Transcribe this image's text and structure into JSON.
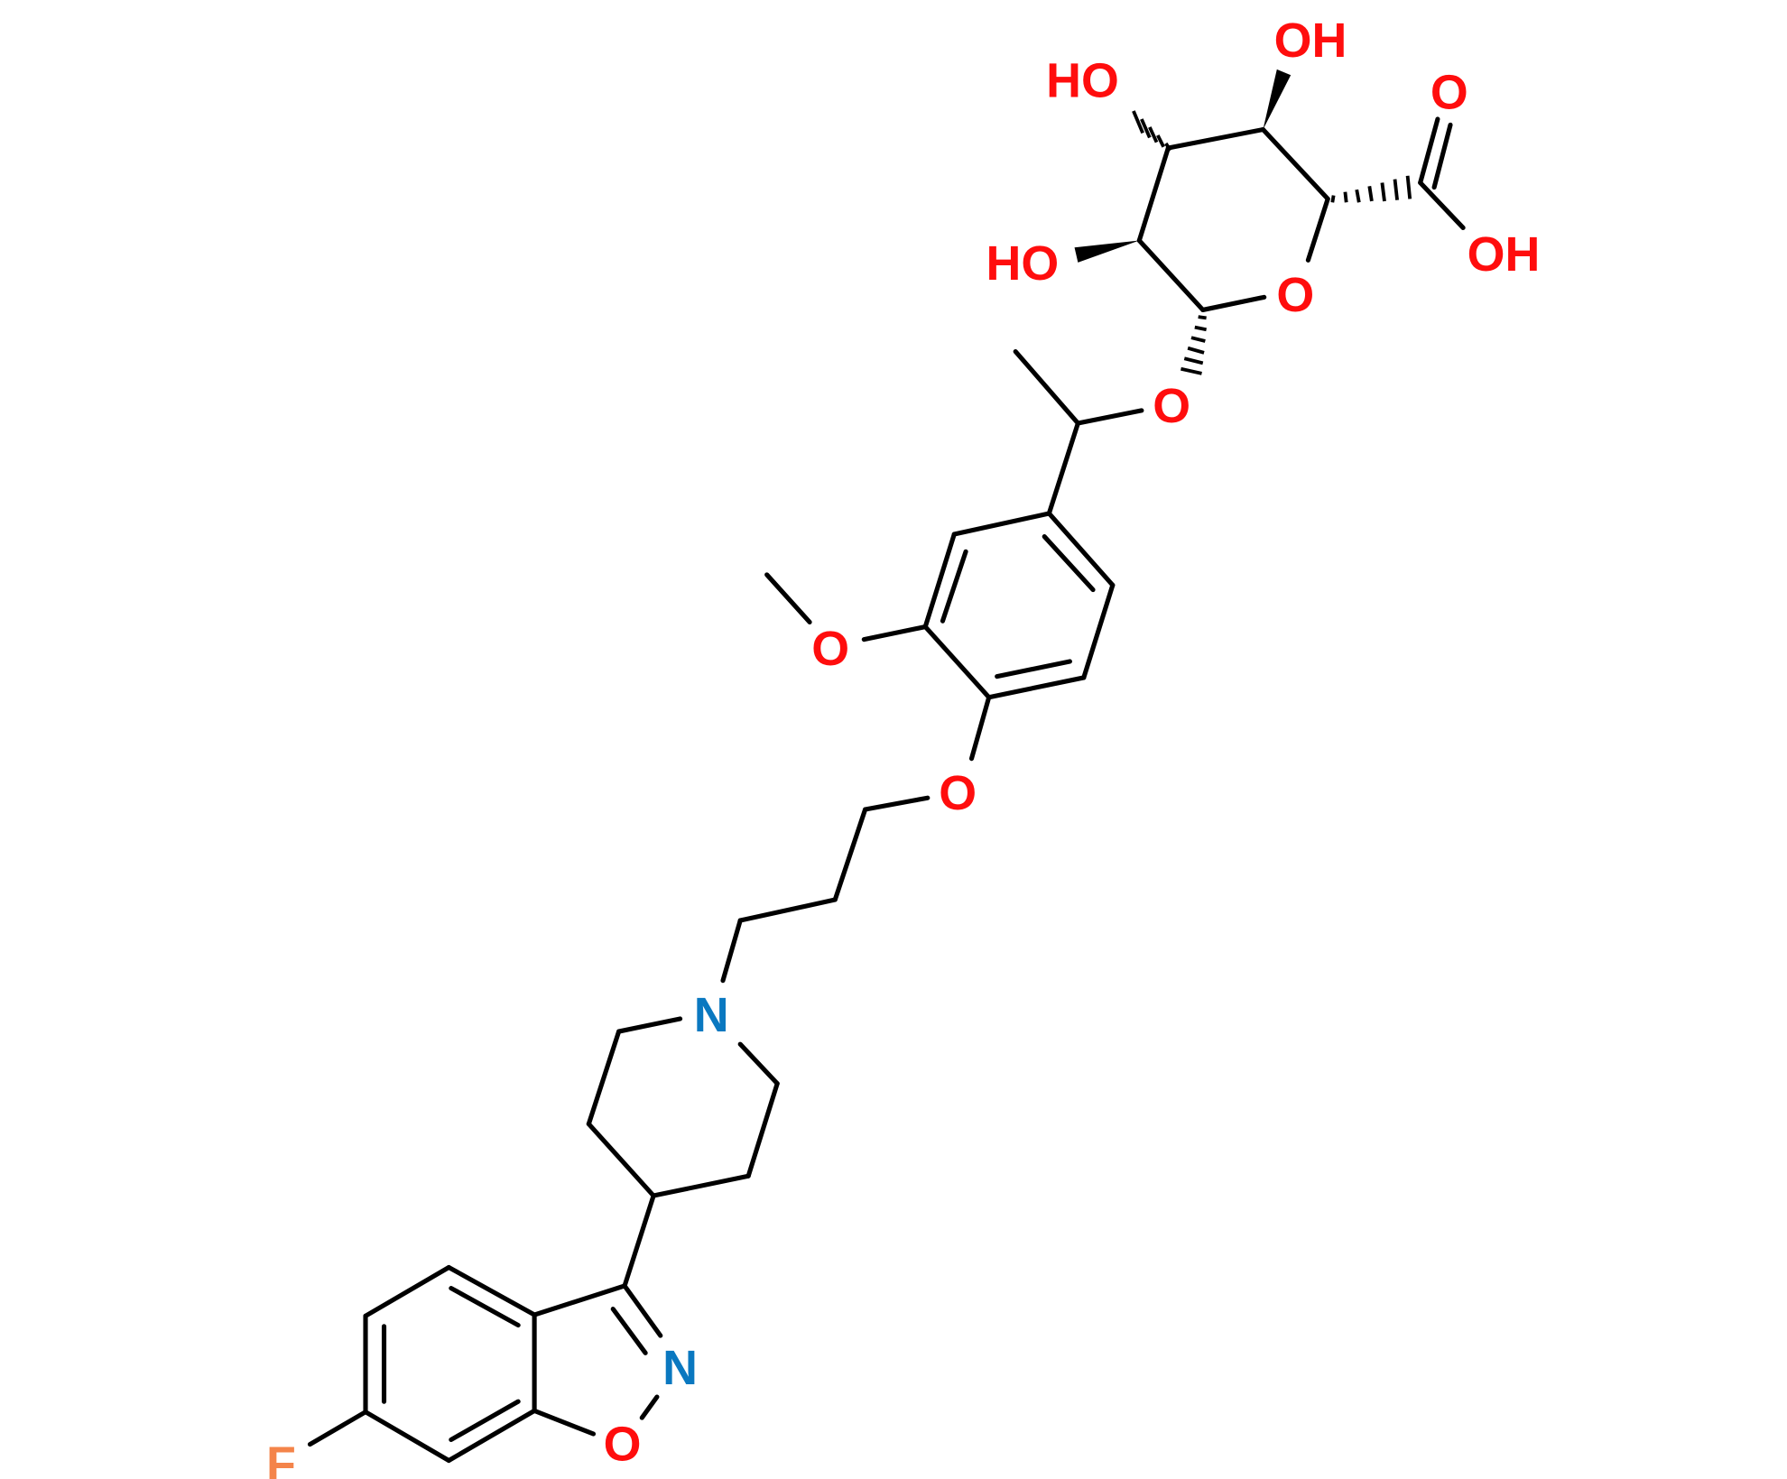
{
  "molecule": {
    "atoms": {
      "oh_c4": "OH",
      "ho_c3": "HO",
      "ho_c2": "HO",
      "o_carbonyl": "O",
      "oh_acid": "OH",
      "o_ring": "O",
      "o_glycosidic": "O",
      "o_methoxy": "O",
      "o_ether": "O",
      "n_piperidine": "N",
      "n_isoxazole": "N",
      "o_isoxazole": "O",
      "f": "F"
    }
  },
  "colors": {
    "oxygen": "#ff0d0d",
    "nitrogen": "#0a78c0",
    "fluorine": "#f4844a",
    "bond": "#000000"
  }
}
